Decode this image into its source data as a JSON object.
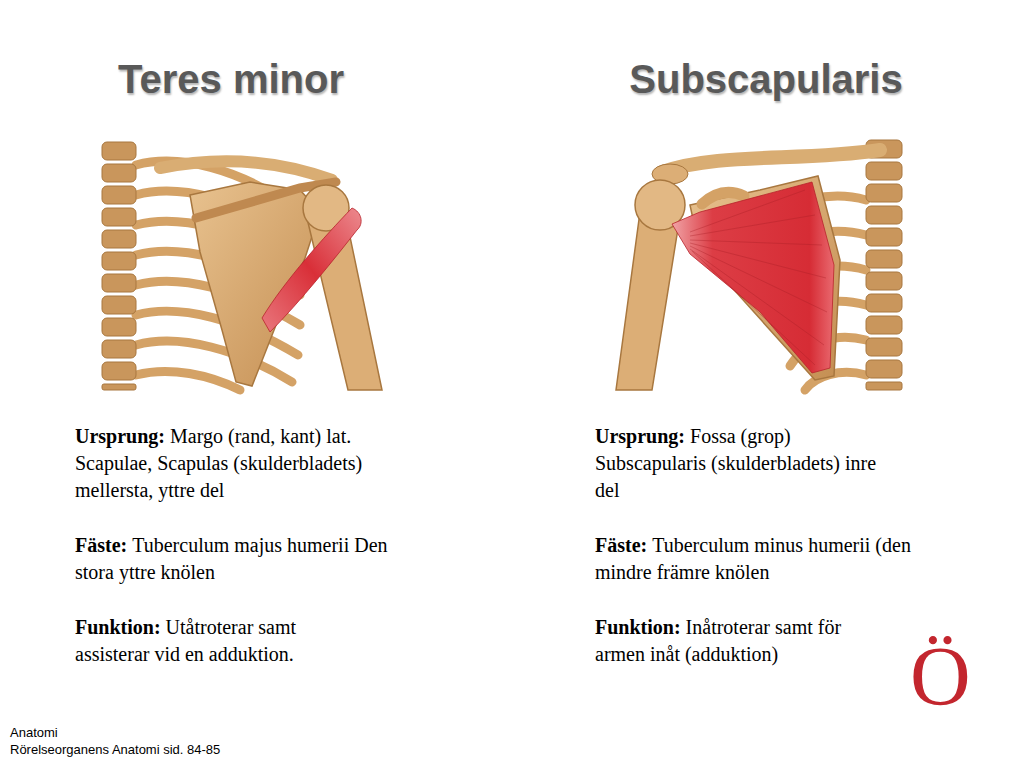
{
  "diagram": {
    "labels": [
      "Teres minor",
      "Subscapularis",
      "Ursprung:",
      "Margo (rand, kant) lat. Scapulae, Scapulas (skulderbladets) mellersta, yttre del",
      "Fäste:",
      "Tuberculum majus humerii Den stora yttre knölen",
      "Funktion:",
      "Utåtroterar samt assisterar vid en adduktion.",
      "Ursprung:",
      "Fossa (grop) Subscapularis (skulderbladets) inre del",
      "Fäste:",
      "Tuberculum minus humerii (den mindre främre knölen",
      "Funktion:",
      "Inåtroterar samt för armen inåt (adduktion)",
      "Ö",
      "Anatomi",
      "Rörelseorganens Anatomi sid. 84-85"
    ]
  }
}
